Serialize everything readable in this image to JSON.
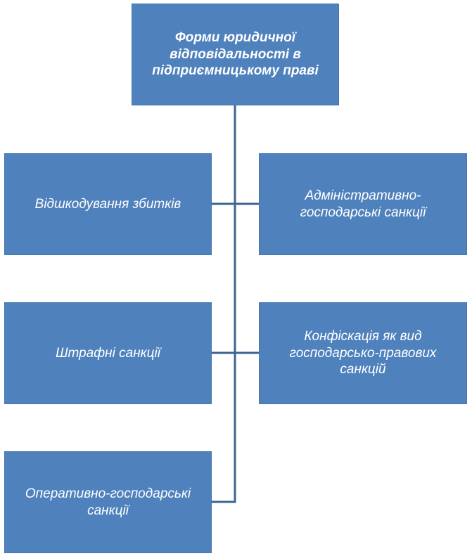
{
  "diagram": {
    "root": {
      "label": "Форми юридичної відповідальності  в підприємницькому праві"
    },
    "children": [
      {
        "label": "Відшкодування збитків"
      },
      {
        "label": "Адміністративно-господарські санкції"
      },
      {
        "label": "Штрафні санкції"
      },
      {
        "label": "Конфіскація як вид господарсько-правових санкцій"
      },
      {
        "label": "Оперативно-господарські санкції"
      }
    ],
    "colors": {
      "node_fill": "#4f81bd",
      "node_text": "#ffffff",
      "connector": "#3e6394"
    }
  }
}
